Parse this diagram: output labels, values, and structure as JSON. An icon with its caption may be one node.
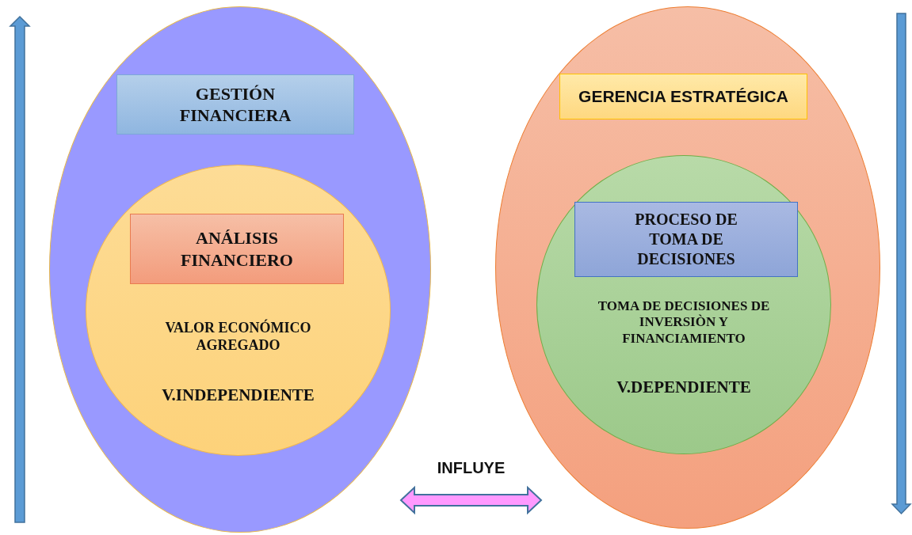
{
  "diagram": {
    "nodes": [
      {
        "text": [],
        "shape": "ellipse"
      },
      {
        "text": [
          "GESTIÓN FINANCIERA"
        ],
        "in": 0
      },
      {
        "text": [
          "VALOR ECONÓMICO AGREGADO",
          "V.INDEPENDIENTE"
        ],
        "in": 0
      },
      {
        "text": [
          "ANÁLISIS FINANCIERO"
        ],
        "in": 2
      },
      {
        "text": [],
        "shape": "ellipse"
      },
      {
        "text": [
          "GERENCIA ESTRATÉGICA"
        ],
        "in": 4
      },
      {
        "text": [
          "TOMA DE DECISIONES DE INVERSIÒN Y FINANCIAMIENTO",
          "V.DEPENDIENTE"
        ],
        "in": 4
      },
      {
        "text": [
          "PROCESO DE TOMA DE DECISIONES"
        ],
        "in": 6
      }
    ],
    "edges": [
      {
        "from": 0,
        "to": 4,
        "arrow": "both",
        "label": "INFLUYE"
      }
    ]
  }
}
